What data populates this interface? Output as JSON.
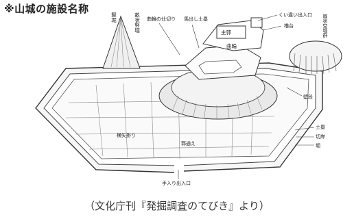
{
  "title": "※山城の施設名称",
  "caption": "（文化庁刊『発掘調査のてびき』より）",
  "labels": {
    "tatebori": "竪堀",
    "unejo_tatebori": "畝状竪堀",
    "kuruwa_shikiri": "曲輪の仕切り",
    "umadashi_dorui": "馬出し土塁",
    "shukaku": "主郭",
    "kuichigai_deiriguchi": "くい違い出入口",
    "yagura_dai": "櫓台",
    "senjo_kuuborigun": "扇状空堀群",
    "kuruwa": "曲輪",
    "dangai": "壁段",
    "yokoya_gakari": "横矢掛り",
    "kuruwa_tori": "郭通え",
    "dorui": "土塁",
    "kirigishi": "切岸",
    "hori": "堀",
    "teiri_deiriguchi": "手入り出入口"
  }
}
